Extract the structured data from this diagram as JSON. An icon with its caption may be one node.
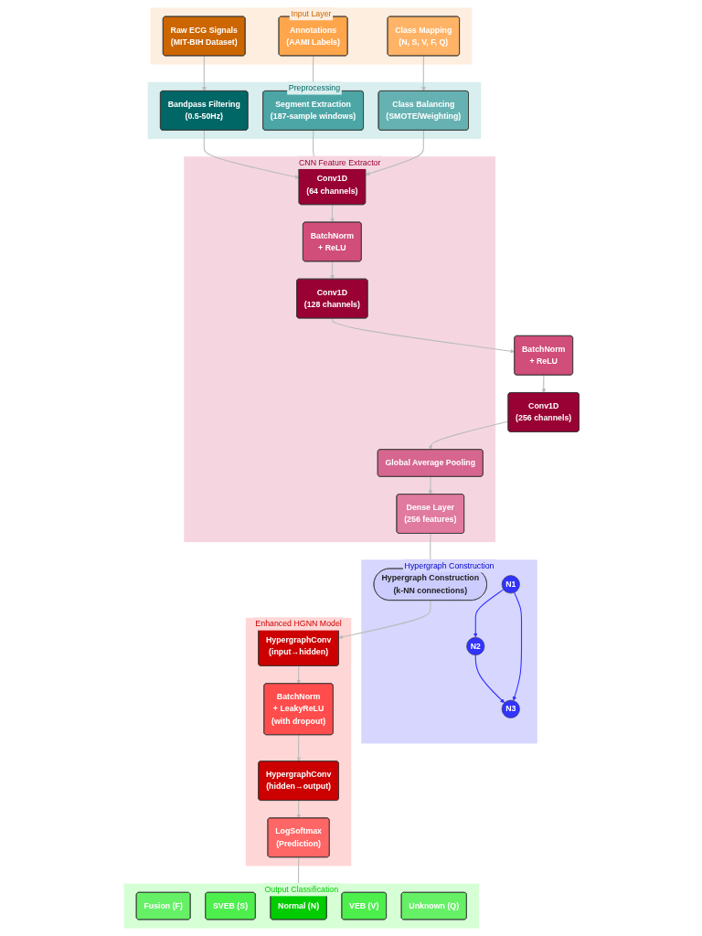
{
  "diagram": {
    "nodes": [
      {
        "text": [
          "Input Layer"
        ]
      },
      {
        "text": [
          "Raw ECG Signals",
          "(MIT-BIH Dataset)"
        ],
        "in": 0
      },
      {
        "text": [
          "Annotations",
          "(AAMI Labels)"
        ],
        "in": 0
      },
      {
        "text": [
          "Class Mapping",
          "(N, S, V, F, Q)"
        ],
        "in": 0
      },
      {
        "text": [
          "Preprocessing"
        ]
      },
      {
        "text": [
          "Bandpass Filtering",
          "(0.5-50Hz)"
        ],
        "in": 4
      },
      {
        "text": [
          "Segment Extraction",
          "(187-sample windows)"
        ],
        "in": 4
      },
      {
        "text": [
          "Class Balancing",
          "(SMOTE/Weighting)"
        ],
        "in": 4
      },
      {
        "text": [
          "CNN Feature Extractor"
        ]
      },
      {
        "text": [
          "Conv1D",
          "(64 channels)"
        ],
        "in": 8
      },
      {
        "text": [
          "BatchNorm",
          "+ ReLU"
        ],
        "in": 8
      },
      {
        "text": [
          "Conv1D",
          "(128 channels)"
        ],
        "in": 8
      },
      {
        "text": [
          "BatchNorm",
          "+ ReLU"
        ]
      },
      {
        "text": [
          "Conv1D",
          "(256 channels)"
        ]
      },
      {
        "text": [
          "Global Average Pooling"
        ],
        "in": 8
      },
      {
        "text": [
          "Dense Layer",
          "(256 features)"
        ],
        "in": 8
      },
      {
        "text": [
          "Hypergraph Construction"
        ]
      },
      {
        "text": [
          "Hypergraph Construction",
          "(k-NN connections)"
        ],
        "in": 16
      },
      {
        "text": [
          "N1"
        ],
        "in": 16
      },
      {
        "text": [
          "N2"
        ],
        "in": 16
      },
      {
        "text": [
          "N3"
        ],
        "in": 16
      },
      {
        "text": [
          "Enhanced HGNN Model"
        ]
      },
      {
        "text": [
          "HypergraphConv",
          "(input→hidden)"
        ],
        "in": 21
      },
      {
        "text": [
          "BatchNorm",
          "+ LeakyReLU",
          "(with dropout)"
        ],
        "in": 21
      },
      {
        "text": [
          "HypergraphConv",
          "(hidden→output)"
        ],
        "in": 21
      },
      {
        "text": [
          "LogSoftmax",
          "(Prediction)"
        ],
        "in": 21
      },
      {
        "text": [
          "Output Classification"
        ]
      },
      {
        "text": [
          "Fusion (F)"
        ],
        "in": 26
      },
      {
        "text": [
          "SVEB (S)"
        ],
        "in": 26
      },
      {
        "text": [
          "Normal (N)"
        ],
        "in": 26
      },
      {
        "text": [
          "VEB (V)"
        ],
        "in": 26
      },
      {
        "text": [
          "Unknown (Q)"
        ],
        "in": 26
      }
    ],
    "edges": [
      {
        "from": 1,
        "to": 5,
        "arrow": "to"
      },
      {
        "from": 2,
        "to": 6,
        "arrow": "to"
      },
      {
        "from": 3,
        "to": 7,
        "arrow": "to"
      },
      {
        "from": 5,
        "to": 9,
        "arrow": "to"
      },
      {
        "from": 6,
        "to": 9,
        "arrow": "to"
      },
      {
        "from": 7,
        "to": 9,
        "arrow": "to"
      },
      {
        "from": 9,
        "to": 10,
        "arrow": "to"
      },
      {
        "from": 10,
        "to": 11,
        "arrow": "to"
      },
      {
        "from": 11,
        "to": 12,
        "arrow": "to"
      },
      {
        "from": 12,
        "to": 13,
        "arrow": "to"
      },
      {
        "from": 13,
        "to": 14,
        "arrow": "to"
      },
      {
        "from": 14,
        "to": 15,
        "arrow": "to"
      },
      {
        "from": 15,
        "to": 17,
        "arrow": "to"
      },
      {
        "from": 17,
        "to": 22,
        "arrow": "to"
      },
      {
        "from": 18,
        "to": 19,
        "arrow": "to",
        "color": "#3333ff"
      },
      {
        "from": 19,
        "to": 20,
        "arrow": "to",
        "color": "#3333ff"
      },
      {
        "from": 18,
        "to": 20,
        "arrow": "to",
        "color": "#3333ff"
      },
      {
        "from": 22,
        "to": 23,
        "arrow": "to"
      },
      {
        "from": 23,
        "to": 24,
        "arrow": "to"
      },
      {
        "from": 24,
        "to": 25,
        "arrow": "to"
      },
      {
        "from": 25,
        "to": 29,
        "arrow": "to"
      }
    ]
  }
}
